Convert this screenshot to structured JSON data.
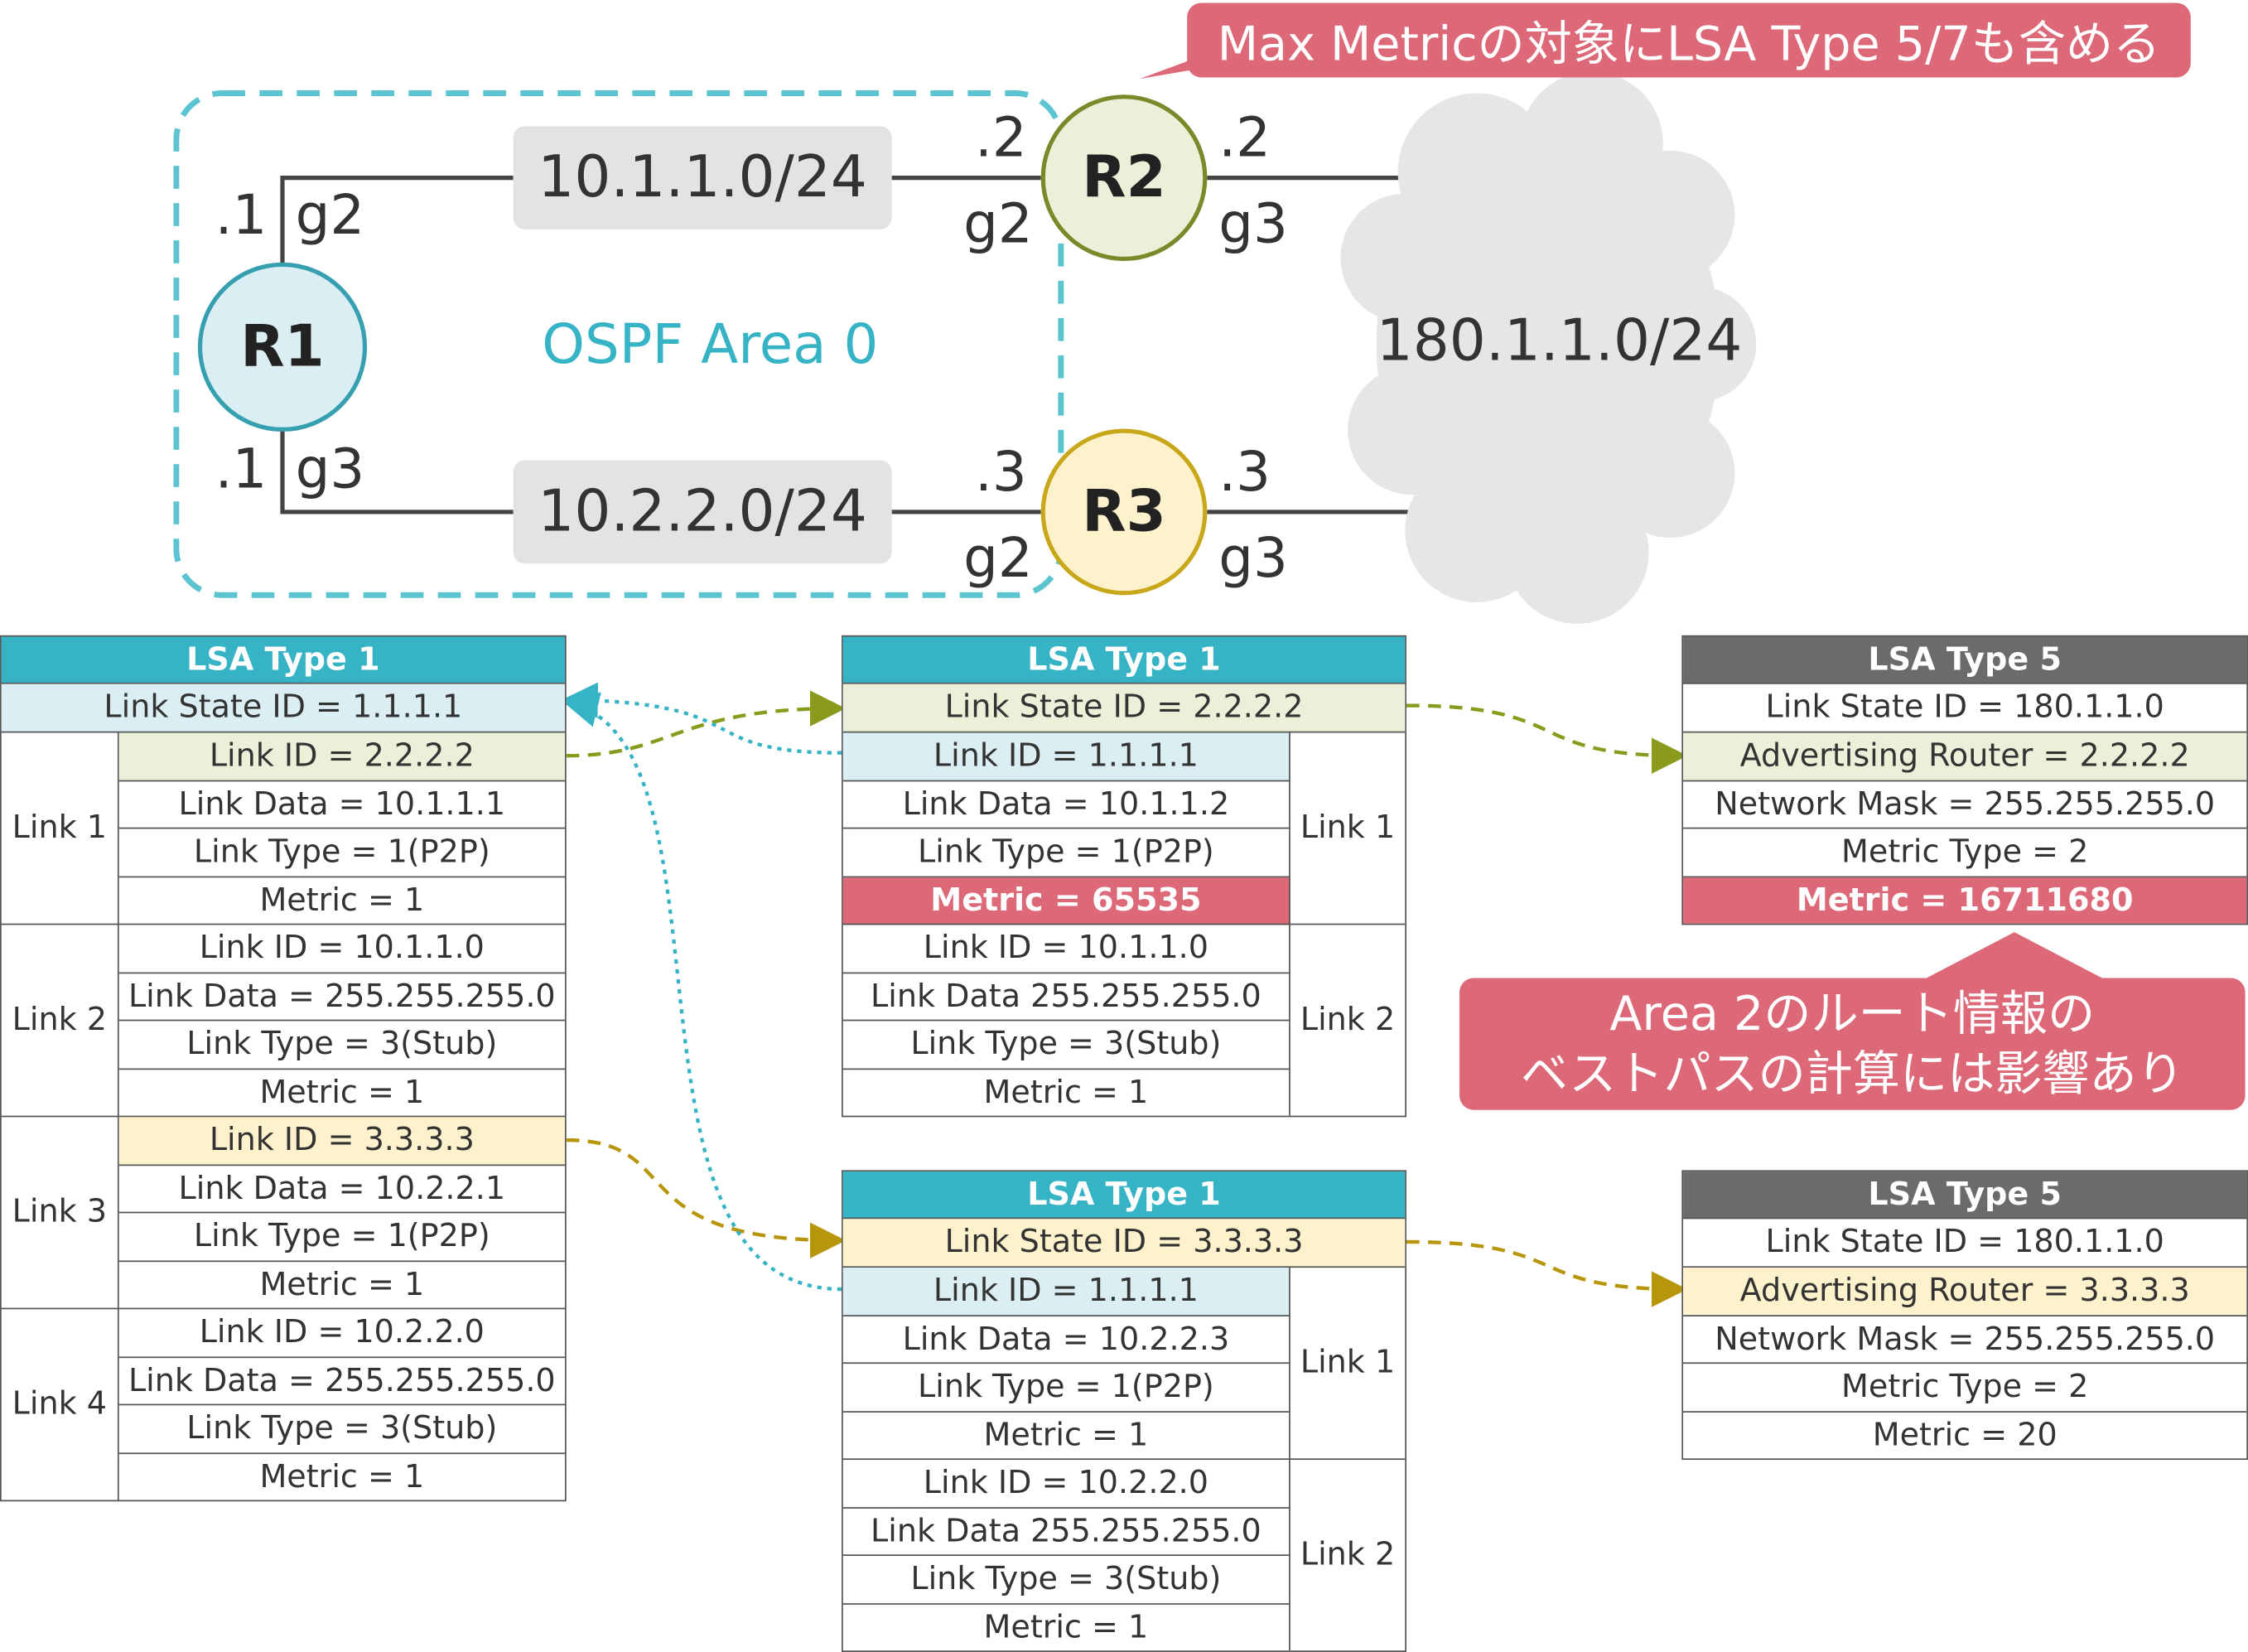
{
  "colors": {
    "teal": "#37b3c6",
    "teal_light": "#dbeef3",
    "green_light": "#ebf1d9",
    "yellow_light": "#fdf2cc",
    "gray_dark": "#6b6b6b",
    "red": "#dd6878",
    "cloud": "#e6e6e6",
    "green_line": "#8a9a1c",
    "yellow_line": "#b8960c",
    "dashed_area": "#5bc4d0"
  },
  "topology": {
    "r1": "R1",
    "r2": "R2",
    "r3": "R3",
    "net_r1_r2": "10.1.1.0/24",
    "net_r1_r3": "10.2.2.0/24",
    "ext_net": "180.1.1.0/24",
    "area": "OSPF Area 0",
    "r1_if_top_addr": ".1",
    "r1_if_top": "g2",
    "r1_if_bot_addr": ".1",
    "r1_if_bot": "g3",
    "r2_left_addr": ".2",
    "r2_left_if": "g2",
    "r2_right_addr": ".2",
    "r2_right_if": "g3",
    "r3_left_addr": ".3",
    "r3_left_if": "g2",
    "r3_right_addr": ".3",
    "r3_right_if": "g3"
  },
  "callouts": {
    "top": "Max Metricの対象にLSA Type 5/7も含める",
    "mid_line1": "Area 2のルート情報の",
    "mid_line2": "ベストパスの計算には影響あり"
  },
  "lsa_r1": {
    "header": "LSA Type 1",
    "lsid": "Link State ID = 1.1.1.1",
    "link1_label": "Link 1",
    "link1": [
      "Link ID = 2.2.2.2",
      "Link Data = 10.1.1.1",
      "Link Type = 1(P2P)",
      "Metric = 1"
    ],
    "link2_label": "Link 2",
    "link2": [
      "Link ID = 10.1.1.0",
      "Link Data = 255.255.255.0",
      "Link Type = 3(Stub)",
      "Metric = 1"
    ],
    "link3_label": "Link 3",
    "link3": [
      "Link ID = 3.3.3.3",
      "Link Data = 10.2.2.1",
      "Link Type = 1(P2P)",
      "Metric = 1"
    ],
    "link4_label": "Link 4",
    "link4": [
      "Link ID = 10.2.2.0",
      "Link Data = 255.255.255.0",
      "Link Type = 3(Stub)",
      "Metric = 1"
    ]
  },
  "lsa_r2": {
    "header": "LSA Type 1",
    "lsid": "Link State ID = 2.2.2.2",
    "link1_label": "Link 1",
    "link1": [
      "Link ID = 1.1.1.1",
      "Link Data = 10.1.1.2",
      "Link Type = 1(P2P)",
      "Metric = 65535"
    ],
    "link2_label": "Link 2",
    "link2": [
      "Link ID = 10.1.1.0",
      "Link Data 255.255.255.0",
      "Link Type = 3(Stub)",
      "Metric = 1"
    ]
  },
  "lsa_r3": {
    "header": "LSA Type 1",
    "lsid": "Link State ID = 3.3.3.3",
    "link1_label": "Link 1",
    "link1": [
      "Link ID = 1.1.1.1",
      "Link Data = 10.2.2.3",
      "Link Type = 1(P2P)",
      "Metric = 1"
    ],
    "link2_label": "Link 2",
    "link2": [
      "Link ID = 10.2.2.0",
      "Link Data 255.255.255.0",
      "Link Type = 3(Stub)",
      "Metric = 1"
    ]
  },
  "lsa5_r2": {
    "header": "LSA Type 5",
    "rows": [
      "Link State ID = 180.1.1.0",
      "Advertising Router = 2.2.2.2",
      "Network Mask = 255.255.255.0",
      "Metric Type = 2",
      "Metric = 16711680"
    ]
  },
  "lsa5_r3": {
    "header": "LSA Type 5",
    "rows": [
      "Link State ID = 180.1.1.0",
      "Advertising Router = 3.3.3.3",
      "Network Mask = 255.255.255.0",
      "Metric Type = 2",
      "Metric = 20"
    ]
  }
}
